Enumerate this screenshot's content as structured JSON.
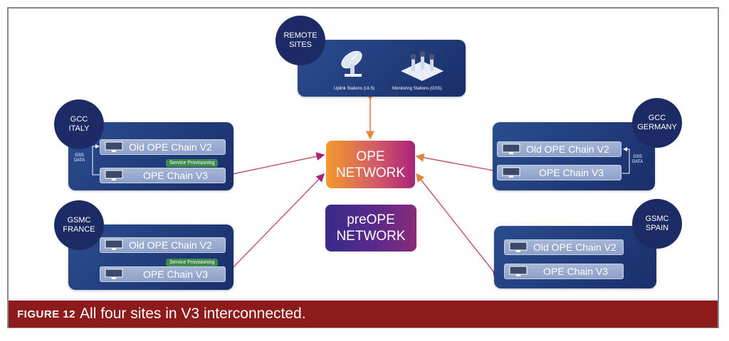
{
  "remote": {
    "title_line1": "REMOTE",
    "title_line2": "SITES",
    "uls": "Uplink Stations (ULS)",
    "gss": "Monitoring Stations (GSS)"
  },
  "ope_network": {
    "line1": "OPE",
    "line2": "NETWORK"
  },
  "preope_network": {
    "line1": "preOPE",
    "line2": "NETWORK"
  },
  "sites": {
    "italy": {
      "line1": "GCC",
      "line2": "ITALY",
      "chain_old": "Old OPE Chain V2",
      "chain_new": "OPE Chain V3",
      "tag": "Service Provisioning",
      "gss_line1": "GSS",
      "gss_line2": "DATA"
    },
    "france": {
      "line1": "GSMC",
      "line2": "FRANCE",
      "chain_old": "Old OPE Chain V2",
      "chain_new": "OPE Chain V3",
      "tag": "Service Provisioning"
    },
    "germany": {
      "line1": "GCC",
      "line2": "GERMANY",
      "chain_old": "Old OPE Chain V2",
      "chain_new": "OPE Chain V3",
      "gss_line1": "GSS",
      "gss_line2": "DATA"
    },
    "spain": {
      "line1": "GSMC",
      "line2": "SPAIN",
      "chain_old": "Old OPE Chain V2",
      "chain_new": "OPE Chain V3"
    }
  },
  "caption": {
    "label": "FIGURE 12",
    "text": "All four sites in V3 interconnected."
  },
  "colors": {
    "panel": "#1f3a7a",
    "badge": "#1c2b63",
    "ope_gradient_start": "#f39a2d",
    "ope_gradient_end": "#a8237a",
    "preope_gradient_start": "#3a2a8a",
    "preope_gradient_end": "#8a2a7a",
    "caption_bar": "#8e1b1b",
    "tag": "#3e8a4c"
  }
}
